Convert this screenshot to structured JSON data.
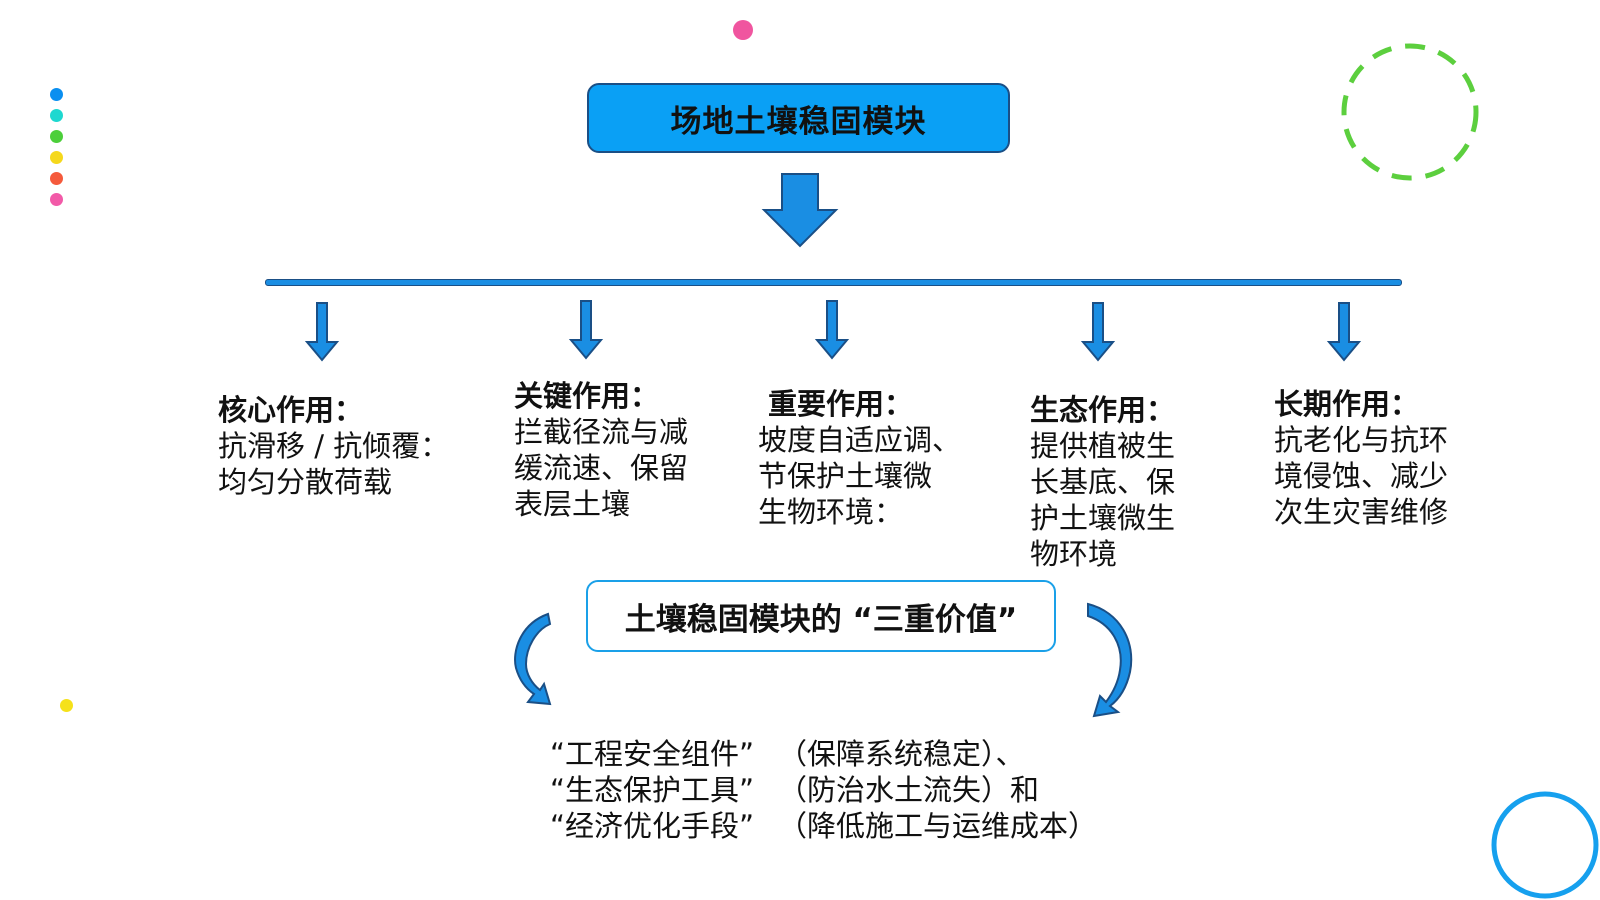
{
  "diagram": {
    "title": "场地土壤稳固模块",
    "branches": [
      {
        "heading": "核心作用：",
        "lines": [
          "抗滑移 / 抗倾覆：",
          "均匀分散荷载"
        ]
      },
      {
        "heading": "关键作用：",
        "lines": [
          "拦截径流与减",
          "缓流速、保留",
          "表层土壤"
        ]
      },
      {
        "heading": "重要作用：",
        "lines": [
          "坡度自适应调、",
          "节保护土壤微",
          "生物环境："
        ]
      },
      {
        "heading": "生态作用：",
        "lines": [
          "提供植被生",
          "长基底、保",
          "护土壤微生",
          "物环境"
        ]
      },
      {
        "heading": "长期作用：",
        "lines": [
          "抗老化与抗环",
          "境侵蚀、减少",
          "次生灾害维修"
        ]
      }
    ],
    "value_box": "土壤稳固模块的  “三重价值”",
    "values": [
      {
        "term": "“工程安全组件”",
        "desc": "（保障系统稳定）、"
      },
      {
        "term": "“生态保护工具”",
        "desc": "（防治水土流失）和"
      },
      {
        "term": "“经济优化手段”",
        "desc": "（降低施工与运维成本）"
      }
    ]
  },
  "decorations": {
    "dot_colors": [
      "#0a8ff0",
      "#1ed8d0",
      "#4ccf3a",
      "#f5d81c",
      "#f55a3c",
      "#f25aa8"
    ],
    "pink_dot": "#f0559f",
    "yellow_dot": "#f5e11a",
    "green_ring": "#5ccf3e",
    "blue_ring": "#16a0ee"
  },
  "colors": {
    "primary_blue": "#0aa0f5",
    "arrow_fill": "#1a8ee3",
    "arrow_stroke": "#1a4f86"
  }
}
